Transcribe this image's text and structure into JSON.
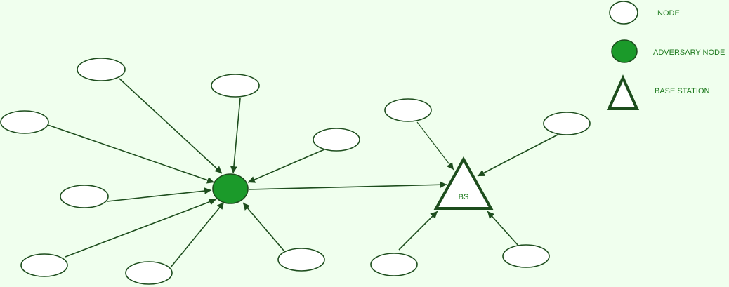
{
  "legend": {
    "node_label": "NODE",
    "adversary_label": "ADVERSARY NODE",
    "base_station_label": "BASE STATION"
  },
  "base_station": {
    "label": "BS"
  },
  "colors": {
    "background": "#f0ffee",
    "stroke": "#1d4d1d",
    "adversary_fill": "#1b9a2a",
    "label_text": "#1e7a1e"
  }
}
